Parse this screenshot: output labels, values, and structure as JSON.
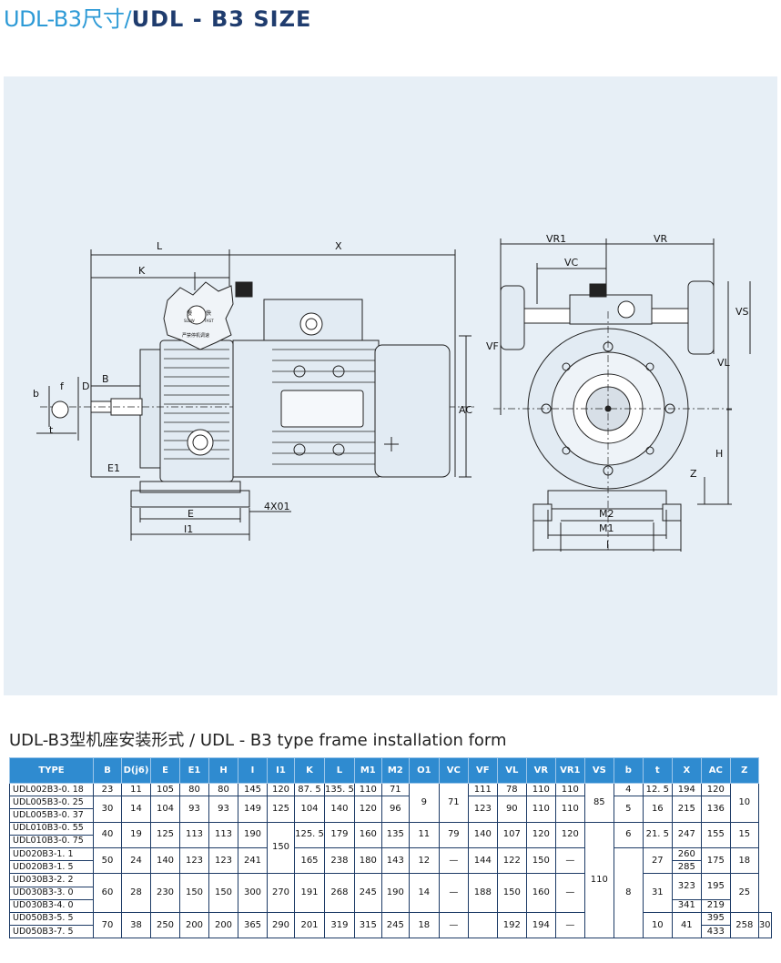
{
  "header": {
    "title_cn": "UDL-B3尺寸",
    "separator": "/",
    "title_en": "UDL - B3 SIZE"
  },
  "drawing": {
    "front_view_labels": {
      "L": "L",
      "X": "X",
      "K": "K",
      "B": "B",
      "D": "D",
      "b": "b",
      "f": "f",
      "t": "t",
      "E1": "E1",
      "E": "E",
      "I1": "I1",
      "AC": "AC",
      "bolt": "4X01"
    },
    "side_view_labels": {
      "VR1": "VR1",
      "VR": "VR",
      "VC": "VC",
      "VF": "VF",
      "VS": "VS",
      "VL": "VL",
      "H": "H",
      "Z": "Z",
      "M2": "M2",
      "M1": "M1",
      "I": "I"
    },
    "knob_text": {
      "slow": "慢",
      "fast": "快",
      "slow_en": "SLOW",
      "fast_en": "FAST",
      "brand": "严禁停机调速"
    }
  },
  "table_title": {
    "cn": "UDL-B3型机座安装形式",
    "separator": " / ",
    "en": "UDL - B3 type frame installation form"
  },
  "table": {
    "headers": [
      "TYPE",
      "B",
      "D(j6)",
      "E",
      "E1",
      "H",
      "I",
      "I1",
      "K",
      "L",
      "M1",
      "M2",
      "O1",
      "VC",
      "VF",
      "VL",
      "VR",
      "VR1",
      "VS",
      "b",
      "t",
      "X",
      "AC",
      "Z"
    ],
    "types": [
      "UDL002B3-0. 18",
      "UDL005B3-0. 25",
      "UDL005B3-0. 37",
      "UDL010B3-0. 55",
      "UDL010B3-0. 75",
      "UD020B3-1. 1",
      "UD020B3-1. 5",
      "UD030B3-2. 2",
      "UD030B3-3. 0",
      "UD030B3-4. 0",
      "UD050B3-5. 5",
      "UD050B3-7. 5"
    ],
    "rows": [
      [
        "23",
        "11",
        "105",
        "80",
        "80",
        "145",
        "120",
        "87. 5",
        "135. 5",
        "110",
        "71",
        "9",
        "71",
        "111",
        "78",
        "110",
        "110",
        "85",
        "4",
        "12. 5",
        "194",
        "120",
        "10"
      ],
      [
        "30",
        "14",
        "104",
        "93",
        "93",
        "149",
        "125",
        "104",
        "140",
        "120",
        "96",
        "",
        "",
        "123",
        "90",
        "110",
        "110",
        "",
        "5",
        "16",
        "215",
        "136",
        ""
      ],
      [
        "40",
        "19",
        "125",
        "113",
        "113",
        "190",
        "150",
        "125. 5",
        "179",
        "160",
        "135",
        "11",
        "79",
        "140",
        "107",
        "120",
        "120",
        "110",
        "6",
        "21. 5",
        "247",
        "155",
        "15"
      ],
      [
        "50",
        "24",
        "140",
        "123",
        "123",
        "241",
        "",
        "165",
        "238",
        "180",
        "143",
        "12",
        "—",
        "144",
        "122",
        "150",
        "—",
        "",
        "8",
        "27",
        "260",
        "175",
        "18"
      ],
      [
        "",
        "",
        "",
        "",
        "",
        "",
        "",
        "",
        "",
        "",
        "",
        "",
        "",
        "",
        "",
        "",
        "",
        "",
        "",
        "",
        "285",
        "",
        ""
      ],
      [
        "60",
        "28",
        "230",
        "150",
        "150",
        "300",
        "270",
        "191",
        "268",
        "245",
        "190",
        "14",
        "—",
        "188",
        "150",
        "160",
        "—",
        "",
        "",
        "31",
        "323",
        "195",
        "25"
      ],
      [
        "",
        "",
        "",
        "",
        "",
        "",
        "",
        "",
        "",
        "",
        "",
        "",
        "",
        "",
        "",
        "",
        "",
        "",
        "",
        "",
        "341",
        "219",
        ""
      ],
      [
        "70",
        "38",
        "250",
        "200",
        "200",
        "365",
        "290",
        "201",
        "319",
        "315",
        "245",
        "18",
        "—",
        "",
        "192",
        "194",
        "—",
        "",
        "10",
        "41",
        "395",
        "258",
        "30"
      ],
      [
        "",
        "",
        "",
        "",
        "",
        "",
        "",
        "",
        "",
        "",
        "",
        "",
        "",
        "",
        "",
        "",
        "",
        "",
        "",
        "",
        "433",
        "",
        ""
      ]
    ]
  }
}
